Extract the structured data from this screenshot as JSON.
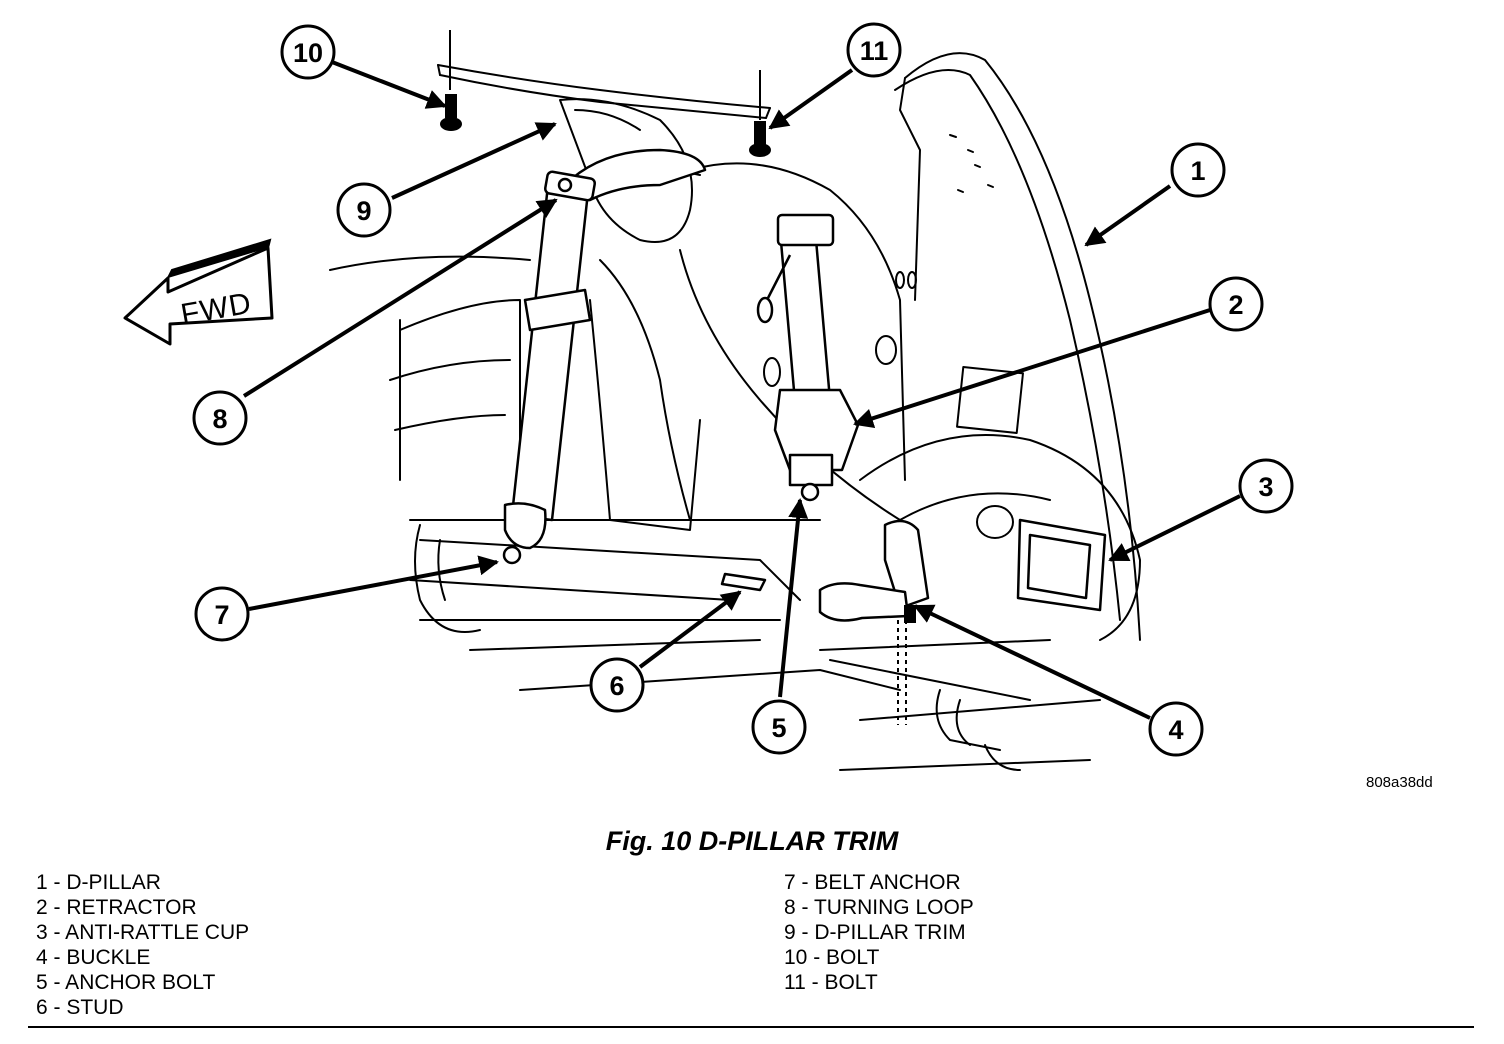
{
  "diagram": {
    "direction_label": "FWD",
    "image_code": "808a38dd",
    "callouts": [
      "1",
      "2",
      "3",
      "4",
      "5",
      "6",
      "7",
      "8",
      "9",
      "10",
      "11"
    ]
  },
  "figure": {
    "title": "Fig. 10 D-PILLAR TRIM"
  },
  "legend": {
    "left": [
      "1 - D-PILLAR",
      "2 - RETRACTOR",
      "3 - ANTI-RATTLE CUP",
      "4 - BUCKLE",
      "5 - ANCHOR BOLT",
      "6 - STUD"
    ],
    "right": [
      "7 - BELT ANCHOR",
      "8 - TURNING LOOP",
      "9 - D-PILLAR TRIM",
      "10 - BOLT",
      "11 - BOLT"
    ]
  }
}
